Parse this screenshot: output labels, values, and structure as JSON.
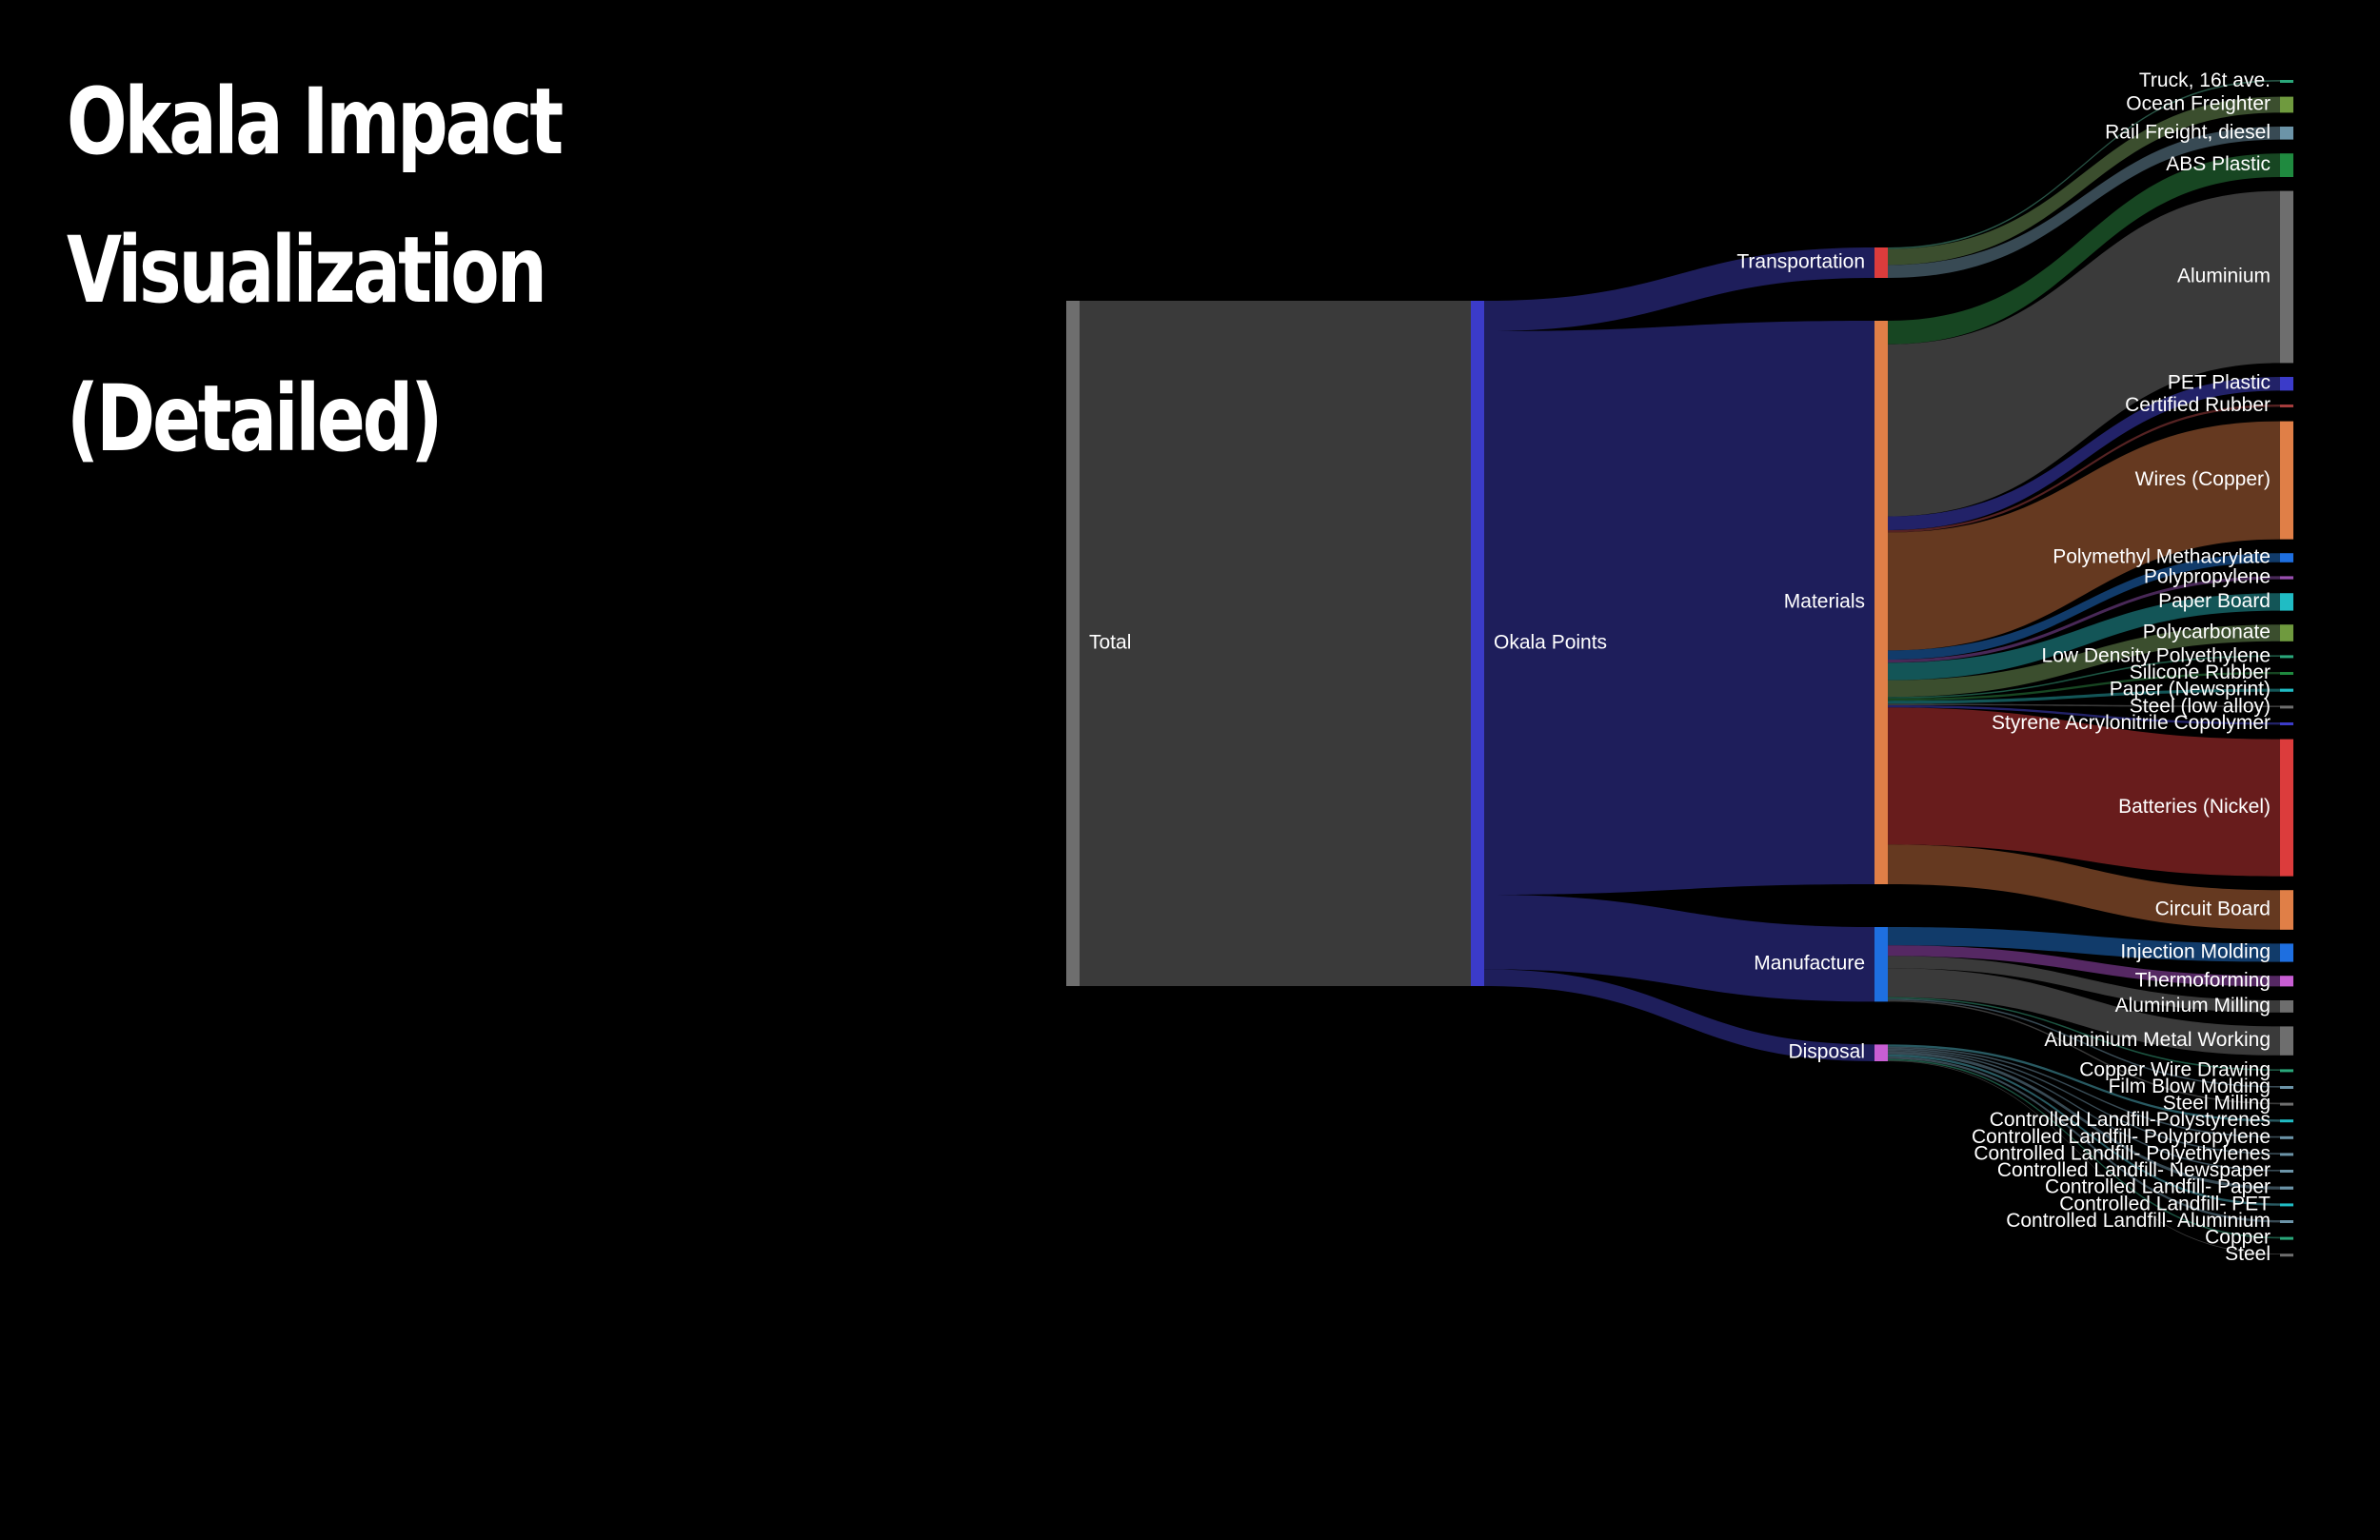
{
  "page": {
    "title_line1": "Okala Impact Visualization",
    "title_line2": "(Detailed)"
  },
  "chart_data": {
    "type": "sankey",
    "title": "Okala Impact Visualization (Detailed)",
    "nodes": [
      {
        "id": "total",
        "label": "Total",
        "color": "#6e6e6e"
      },
      {
        "id": "okala",
        "label": "Okala Points",
        "color": "#3b3bc9"
      },
      {
        "id": "transport",
        "label": "Transportation",
        "color": "#dc3c3c"
      },
      {
        "id": "materials",
        "label": "Materials",
        "color": "#e07f47"
      },
      {
        "id": "manufacture",
        "label": "Manufacture",
        "color": "#1e6fe0"
      },
      {
        "id": "disposal",
        "label": "Disposal",
        "color": "#c85ed3"
      },
      {
        "id": "truck",
        "label": "Truck, 16t ave.",
        "color": "#2aa77a"
      },
      {
        "id": "ocean",
        "label": "Ocean Freighter",
        "color": "#6f9a3e"
      },
      {
        "id": "rail",
        "label": "Rail Freight, diesel",
        "color": "#6c94a8"
      },
      {
        "id": "abs",
        "label": "ABS Plastic",
        "color": "#1f8a3f"
      },
      {
        "id": "aluminium",
        "label": "Aluminium",
        "color": "#6e6e6e"
      },
      {
        "id": "pet",
        "label": "PET Plastic",
        "color": "#3b3bc9"
      },
      {
        "id": "rubber",
        "label": "Certified Rubber",
        "color": "#a43c3c"
      },
      {
        "id": "wires",
        "label": "Wires (Copper)",
        "color": "#e07f47"
      },
      {
        "id": "pmma",
        "label": "Polymethyl Methacrylate",
        "color": "#1e6fe0"
      },
      {
        "id": "pp",
        "label": "Polypropylene",
        "color": "#9a4fb0"
      },
      {
        "id": "paperboard",
        "label": "Paper Board",
        "color": "#20bcc4"
      },
      {
        "id": "pc",
        "label": "Polycarbonate",
        "color": "#6f9a3e"
      },
      {
        "id": "ldpe",
        "label": "Low Density Polyethylene",
        "color": "#2aa77a"
      },
      {
        "id": "silicone",
        "label": "Silicone Rubber",
        "color": "#1f8a3f"
      },
      {
        "id": "newsprint",
        "label": "Paper (Newsprint)",
        "color": "#20bcc4"
      },
      {
        "id": "steel_la",
        "label": "Steel (low alloy)",
        "color": "#6e6e6e"
      },
      {
        "id": "san",
        "label": "Styrene Acrylonitrile Copolymer",
        "color": "#3b3bc9"
      },
      {
        "id": "batteries",
        "label": "Batteries (Nickel)",
        "color": "#dc3c3c"
      },
      {
        "id": "circuit",
        "label": "Circuit Board",
        "color": "#e07f47"
      },
      {
        "id": "injection",
        "label": "Injection Molding",
        "color": "#1e6fe0"
      },
      {
        "id": "thermo",
        "label": "Thermoforming",
        "color": "#c85ed3"
      },
      {
        "id": "almill",
        "label": "Aluminium Milling",
        "color": "#6e6e6e"
      },
      {
        "id": "almetal",
        "label": "Aluminium Metal Working",
        "color": "#6e6e6e"
      },
      {
        "id": "cwd",
        "label": "Copper Wire Drawing",
        "color": "#2aa77a"
      },
      {
        "id": "fbm",
        "label": "Film Blow Molding",
        "color": "#6c94a8"
      },
      {
        "id": "smill",
        "label": "Steel Milling",
        "color": "#6e6e6e"
      },
      {
        "id": "cl_ps",
        "label": "Controlled Landfill-Polystyrenes",
        "color": "#20bcc4"
      },
      {
        "id": "cl_pp",
        "label": "Controlled Landfill- Polypropylene",
        "color": "#6c94a8"
      },
      {
        "id": "cl_pe",
        "label": "Controlled Landfill- Polyethylenes",
        "color": "#6c94a8"
      },
      {
        "id": "cl_news",
        "label": "Controlled Landfill- Newspaper",
        "color": "#6c94a8"
      },
      {
        "id": "cl_paper",
        "label": "Controlled Landfill- Paper",
        "color": "#6c94a8"
      },
      {
        "id": "cl_pet",
        "label": "Controlled Landfill- PET",
        "color": "#20bcc4"
      },
      {
        "id": "cl_al",
        "label": "Controlled Landfill- Aluminium",
        "color": "#6c94a8"
      },
      {
        "id": "copper",
        "label": "Copper",
        "color": "#2aa77a"
      },
      {
        "id": "steel",
        "label": "Steel",
        "color": "#6e6e6e"
      }
    ],
    "links": [
      {
        "source": "total",
        "target": "okala",
        "value": 900,
        "color": "#3d3d3d"
      },
      {
        "source": "okala",
        "target": "transport",
        "value": 40,
        "color": "#202060"
      },
      {
        "source": "okala",
        "target": "materials",
        "value": 740,
        "color": "#202060"
      },
      {
        "source": "okala",
        "target": "manufacture",
        "value": 98,
        "color": "#202060"
      },
      {
        "source": "okala",
        "target": "disposal",
        "value": 22,
        "color": "#202060"
      },
      {
        "source": "transport",
        "target": "truck",
        "value": 2,
        "color": "#2a5a4a"
      },
      {
        "source": "transport",
        "target": "ocean",
        "value": 21,
        "color": "#3e5230"
      },
      {
        "source": "transport",
        "target": "rail",
        "value": 17,
        "color": "#3b4e58"
      },
      {
        "source": "materials",
        "target": "abs",
        "value": 31,
        "color": "#184a24"
      },
      {
        "source": "materials",
        "target": "aluminium",
        "value": 226,
        "color": "#3d3d3d"
      },
      {
        "source": "materials",
        "target": "pet",
        "value": 18,
        "color": "#24246e"
      },
      {
        "source": "materials",
        "target": "rubber",
        "value": 3,
        "color": "#5a2424"
      },
      {
        "source": "materials",
        "target": "wires",
        "value": 155,
        "color": "#6a3c22"
      },
      {
        "source": "materials",
        "target": "pmma",
        "value": 12,
        "color": "#123e70"
      },
      {
        "source": "materials",
        "target": "pp",
        "value": 4,
        "color": "#4c2a5c"
      },
      {
        "source": "materials",
        "target": "paperboard",
        "value": 23,
        "color": "#145a5c"
      },
      {
        "source": "materials",
        "target": "pc",
        "value": 22,
        "color": "#3e5230"
      },
      {
        "source": "materials",
        "target": "ldpe",
        "value": 2,
        "color": "#1e5a46"
      },
      {
        "source": "materials",
        "target": "silicone",
        "value": 3,
        "color": "#184a24"
      },
      {
        "source": "materials",
        "target": "newsprint",
        "value": 4,
        "color": "#145a5c"
      },
      {
        "source": "materials",
        "target": "steel_la",
        "value": 2,
        "color": "#3d3d3d"
      },
      {
        "source": "materials",
        "target": "san",
        "value": 3,
        "color": "#24246e"
      },
      {
        "source": "materials",
        "target": "batteries",
        "value": 180,
        "color": "#6e1e1e"
      },
      {
        "source": "materials",
        "target": "circuit",
        "value": 52,
        "color": "#6a3c22"
      },
      {
        "source": "manufacture",
        "target": "injection",
        "value": 24,
        "color": "#123e70"
      },
      {
        "source": "manufacture",
        "target": "thermo",
        "value": 14,
        "color": "#5a2a68"
      },
      {
        "source": "manufacture",
        "target": "almill",
        "value": 16,
        "color": "#3d3d3d"
      },
      {
        "source": "manufacture",
        "target": "almetal",
        "value": 38,
        "color": "#3d3d3d"
      },
      {
        "source": "manufacture",
        "target": "cwd",
        "value": 2,
        "color": "#1e5a46"
      },
      {
        "source": "manufacture",
        "target": "fbm",
        "value": 2,
        "color": "#3b4e58"
      },
      {
        "source": "manufacture",
        "target": "smill",
        "value": 2,
        "color": "#3d3d3d"
      },
      {
        "source": "disposal",
        "target": "cl_ps",
        "value": 3,
        "color": "#2a5e66"
      },
      {
        "source": "disposal",
        "target": "cl_pp",
        "value": 2,
        "color": "#3b4e58"
      },
      {
        "source": "disposal",
        "target": "cl_pe",
        "value": 2,
        "color": "#3b4e58"
      },
      {
        "source": "disposal",
        "target": "cl_news",
        "value": 2,
        "color": "#3b4e58"
      },
      {
        "source": "disposal",
        "target": "cl_paper",
        "value": 4,
        "color": "#3b4e58"
      },
      {
        "source": "disposal",
        "target": "cl_pet",
        "value": 3,
        "color": "#2a5e66"
      },
      {
        "source": "disposal",
        "target": "cl_al",
        "value": 3,
        "color": "#3b4e58"
      },
      {
        "source": "disposal",
        "target": "copper",
        "value": 2,
        "color": "#1e5a46"
      },
      {
        "source": "disposal",
        "target": "steel",
        "value": 1,
        "color": "#3d3d3d"
      }
    ]
  }
}
